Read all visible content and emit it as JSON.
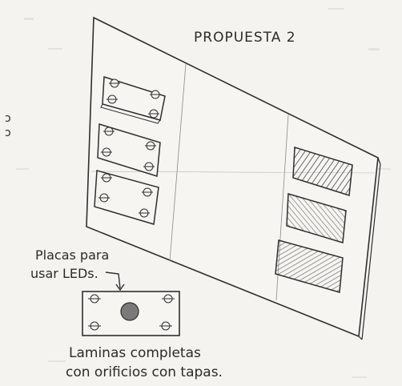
{
  "title": "PROPUESTA 2",
  "margin_marks": "ɔ\nɔ",
  "callout": "Placas para usar LEDs.",
  "callout_lines": [
    "Placas para",
    "usar LEDs."
  ],
  "caption_lines": [
    "Laminas completas",
    "con orificios con tapas."
  ],
  "colors": {
    "paper": "#f4f3ef",
    "pencil": "#2f2f2f",
    "shading": "#7a7a7a"
  }
}
